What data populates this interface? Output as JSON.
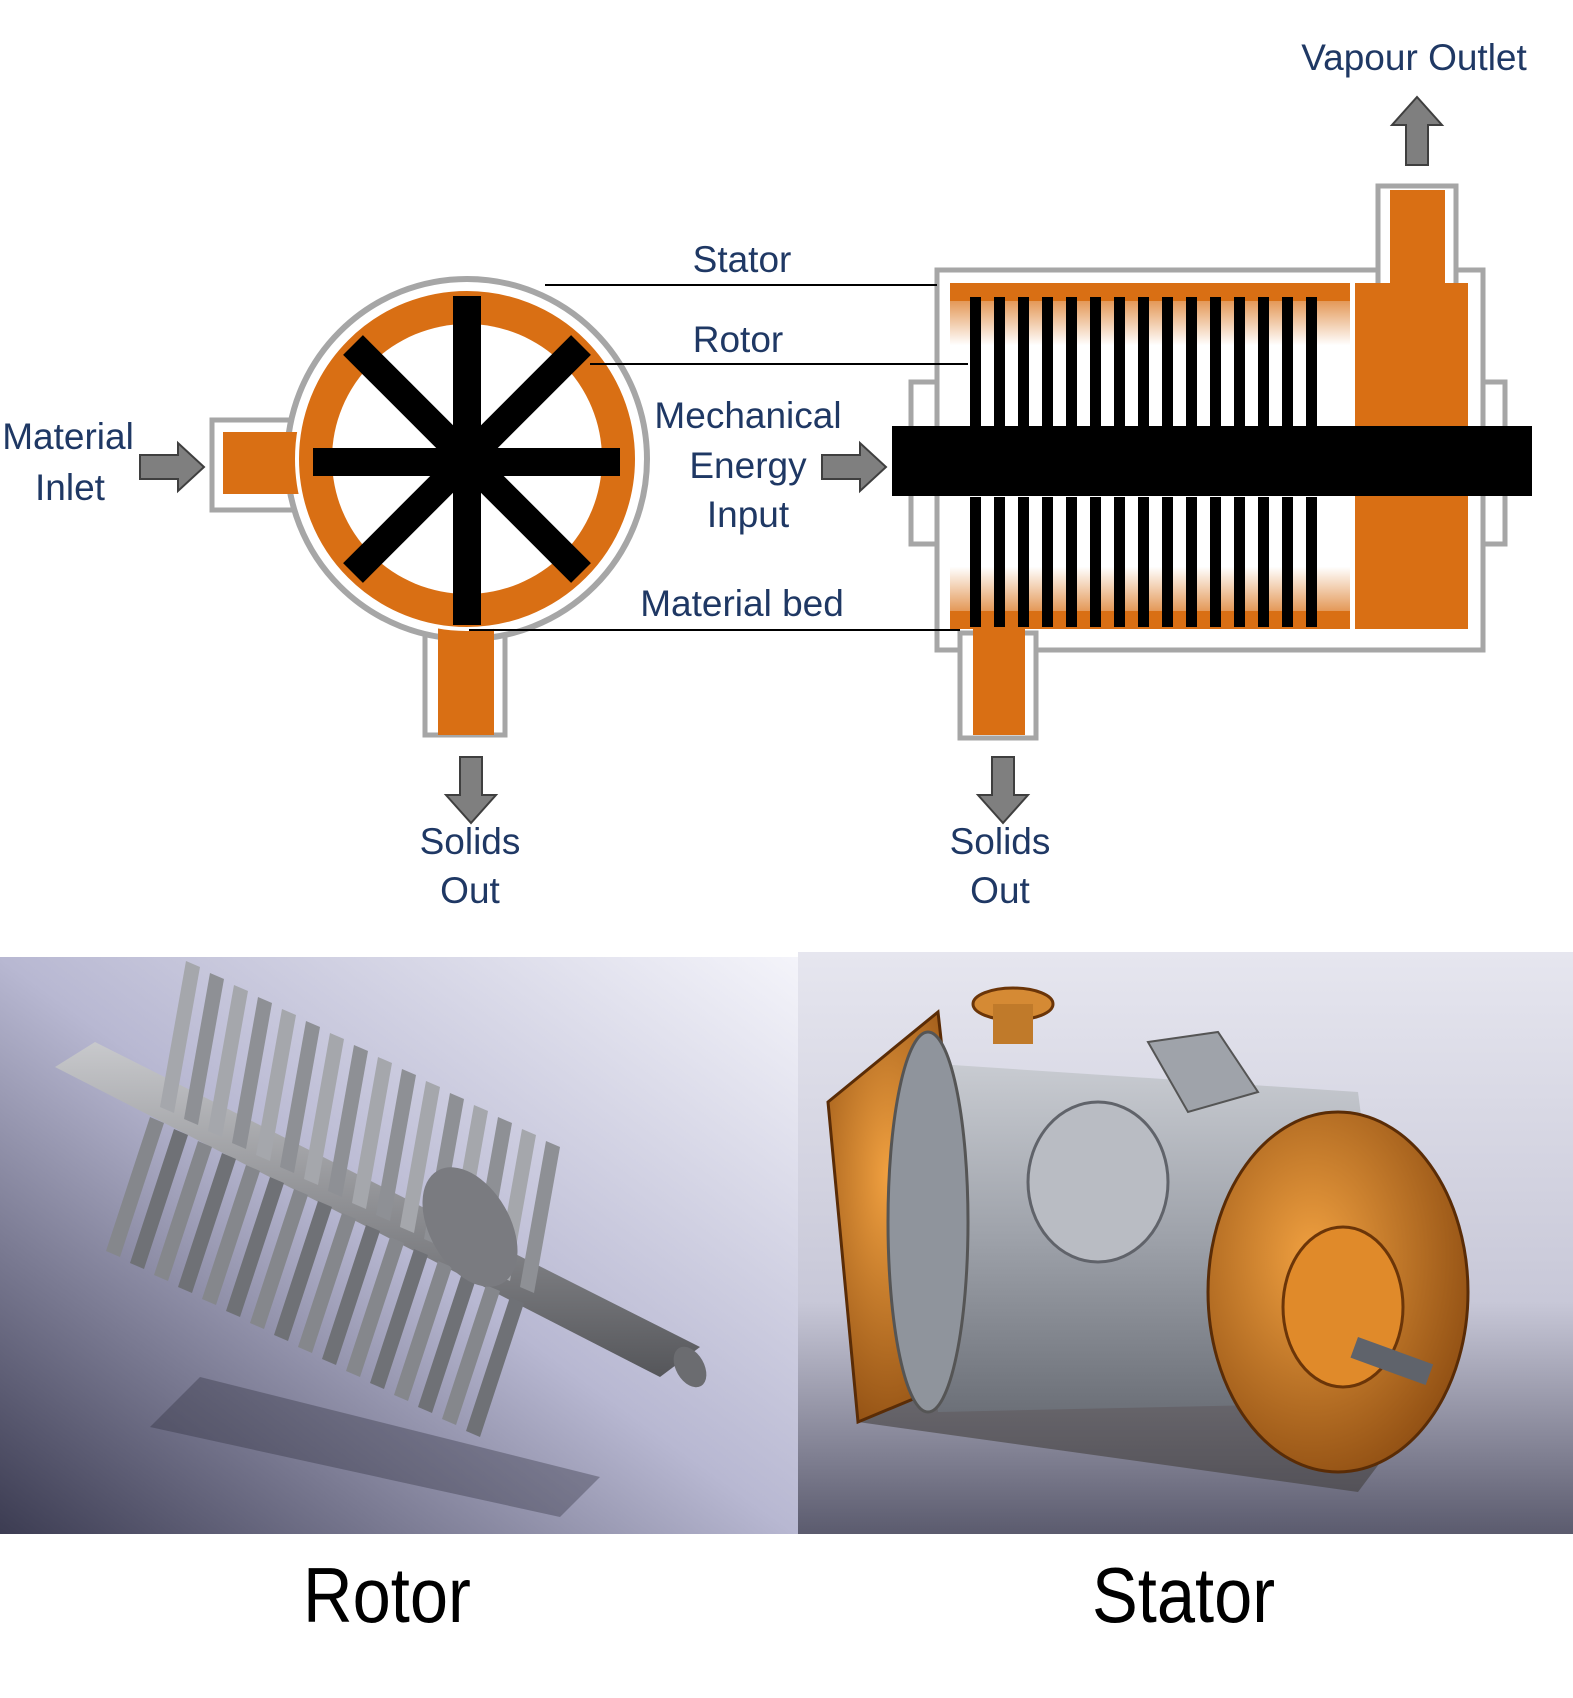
{
  "diagram": {
    "labels": {
      "vapour_outlet": "Vapour Outlet",
      "stator": "Stator",
      "rotor": "Rotor",
      "mechanical": "Mechanical",
      "energy": "Energy",
      "input": "Input",
      "material_bed": "Material bed",
      "material": "Material",
      "inlet": "Inlet",
      "solids_left": "Solids",
      "out_left": "Out",
      "solids_right": "Solids",
      "out_right": "Out"
    },
    "colors": {
      "material": "#d96f14",
      "casing": "#a6a6a6",
      "rotor": "#000000",
      "arrow": "#7f7f7f",
      "label": "#1f3864"
    }
  },
  "captions": {
    "rotor": "Rotor",
    "stator": "Stator"
  }
}
